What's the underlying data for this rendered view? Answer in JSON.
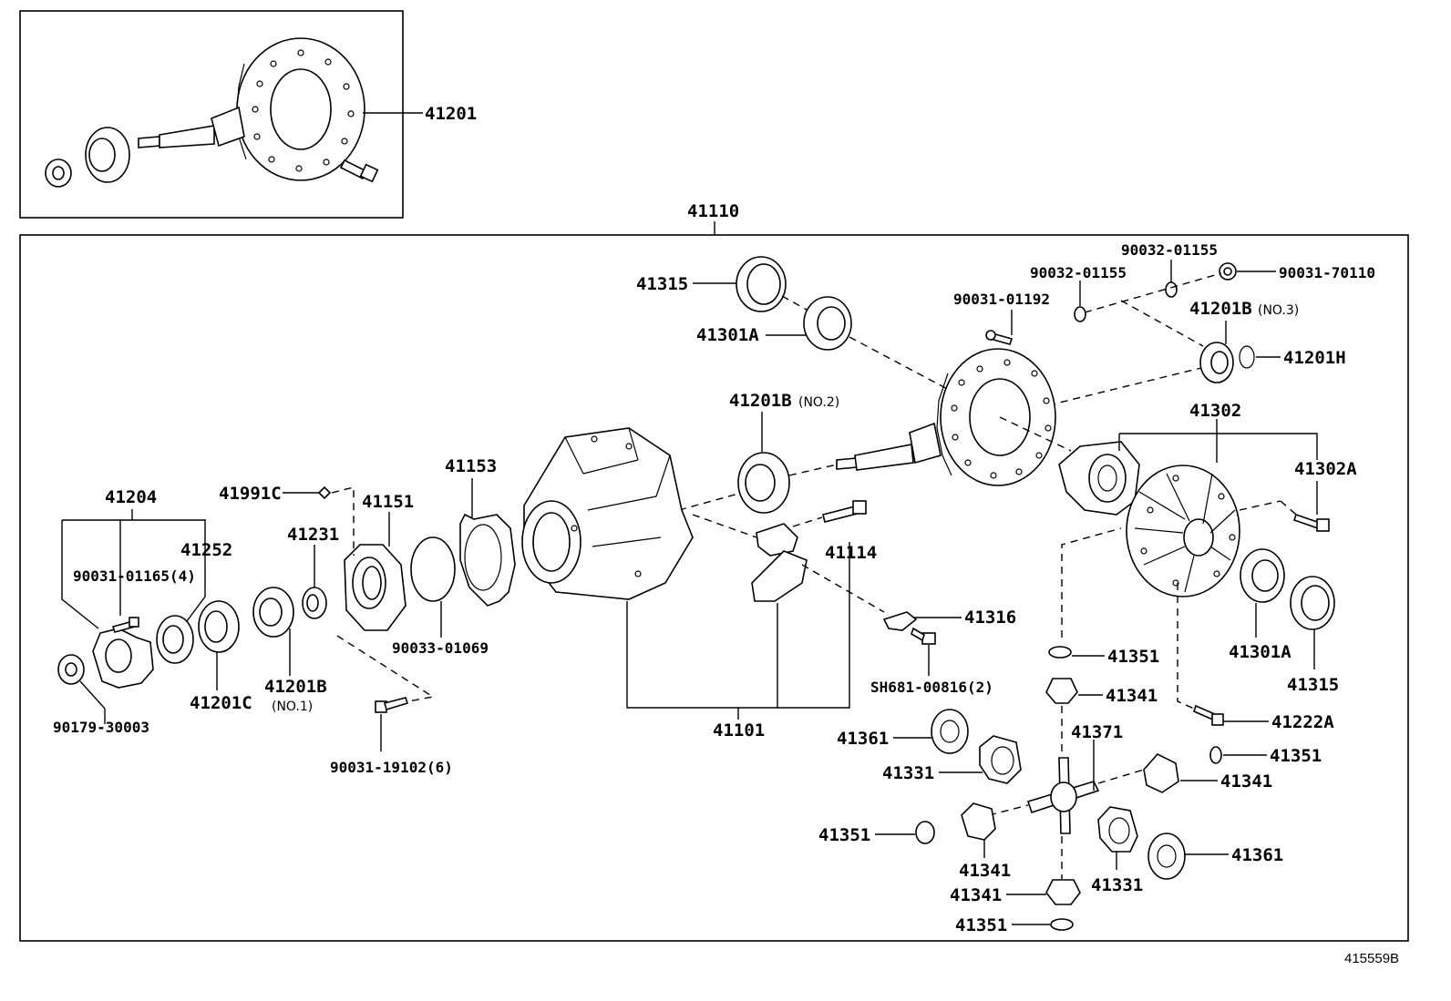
{
  "diagram_ref": "415559B",
  "assembly": "41110",
  "parts": {
    "p41201_top": "41201",
    "p41315_top": "41315",
    "p41301A_top": "41301A",
    "p90031_01192": "90031-01192",
    "p90032_01155_a": "90032-01155",
    "p90032_01155_b": "90032-01155",
    "p90031_70110": "90031-70110",
    "p41201B_no3": "41201B",
    "no3": "(NO.3)",
    "p41201H": "41201H",
    "p41201B_no2": "41201B",
    "no2": "(NO.2)",
    "p41302": "41302",
    "p41302A": "41302A",
    "p41204": "41204",
    "p41991C": "41991C",
    "p41151": "41151",
    "p41153": "41153",
    "p41252": "41252",
    "p41231": "41231",
    "p90031_01165": "90031-01165(4)",
    "p41114": "41114",
    "p41316": "41316",
    "p90033_01069": "90033-01069",
    "pSH681": "SH681-00816(2)",
    "p41201C": "41201C",
    "p41201B_no1": "41201B",
    "no1": "(NO.1)",
    "p90179_30003": "90179-30003",
    "p90031_19102": "90031-19102(6)",
    "p41101": "41101",
    "p41301A_right": "41301A",
    "p41315_right": "41315",
    "p41351_a": "41351",
    "p41341_a": "41341",
    "p41222A": "41222A",
    "p41361_a": "41361",
    "p41371": "41371",
    "p41351_b": "41351",
    "p41331_a": "41331",
    "p41341_b": "41341",
    "p41351_c": "41351",
    "p41341_c": "41341",
    "p41361_b": "41361",
    "p41331_b": "41331",
    "p41341_d": "41341",
    "p41351_d": "41351"
  }
}
